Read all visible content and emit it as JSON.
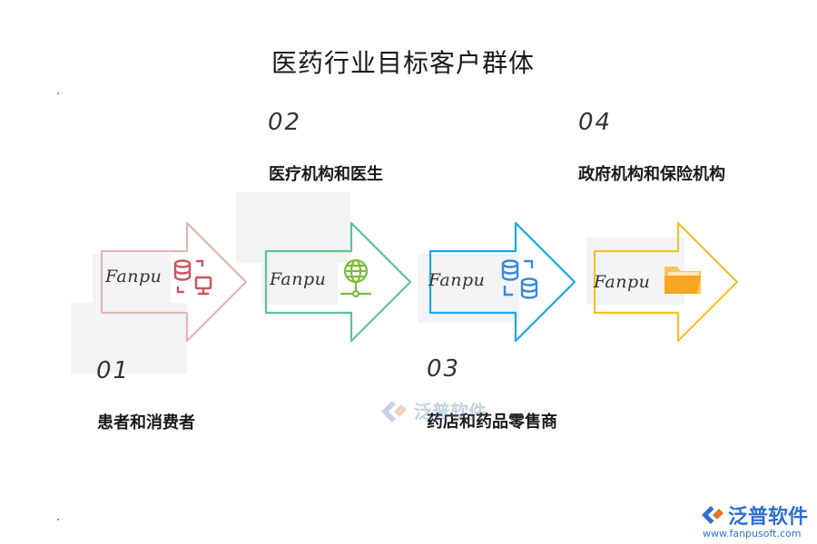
{
  "title": "医药行业目标客户群体",
  "brand_text": "Fanpu",
  "steps": [
    {
      "number": "01",
      "label": "患者和消费者",
      "color": "#e0b6b6",
      "icon": "database-computer-icon",
      "icon_color": "#c9565f"
    },
    {
      "number": "02",
      "label": "医疗机构和医生",
      "color": "#5ec38f",
      "icon": "globe-network-icon",
      "icon_color": "#7dbb3e"
    },
    {
      "number": "03",
      "label": "药店和药品零售商",
      "color": "#1aa7e8",
      "icon": "database-sync-icon",
      "icon_color": "#3a88d8"
    },
    {
      "number": "04",
      "label": "政府机构和保险机构",
      "color": "#f3c12a",
      "icon": "folder-icon",
      "icon_color": "#f5a623"
    }
  ],
  "watermark": {
    "text": "泛普软件"
  },
  "logo": {
    "name": "泛普软件",
    "url": "www.fanpusoft.com"
  }
}
